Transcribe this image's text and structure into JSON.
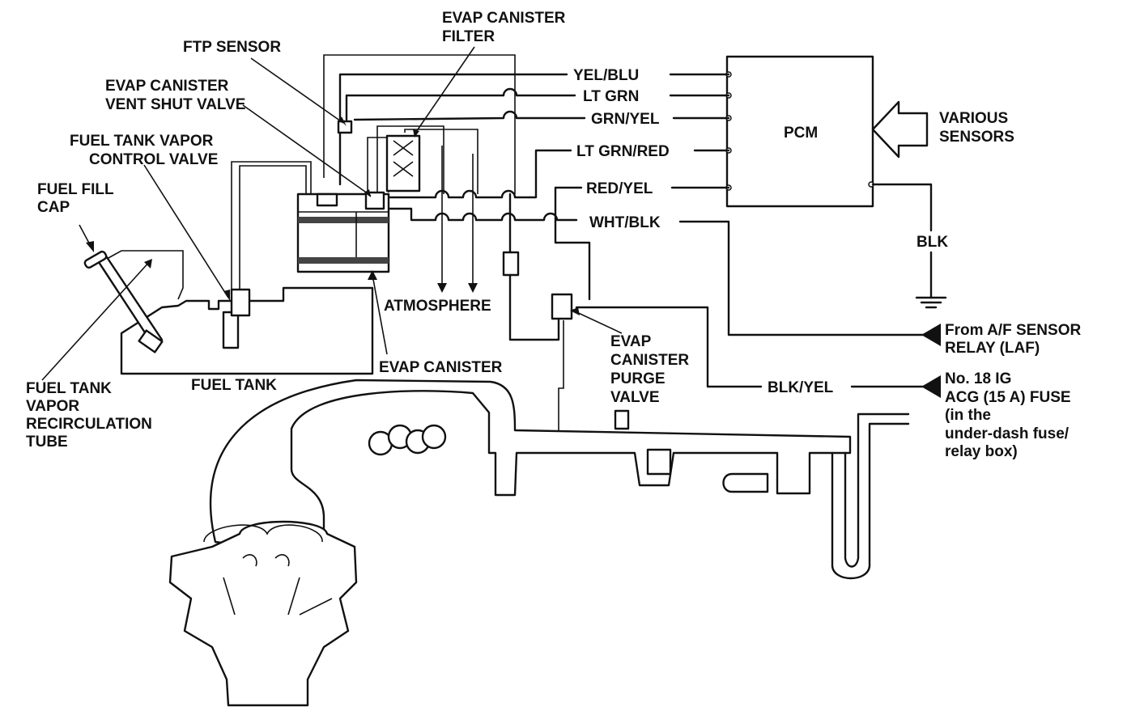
{
  "labels": {
    "ftp_sensor": "FTP SENSOR",
    "evap_canister_filter_1": "EVAP CANISTER",
    "evap_canister_filter_2": "FILTER",
    "vent_shut_valve_1": "EVAP CANISTER",
    "vent_shut_valve_2": "VENT SHUT VALVE",
    "tank_vapor_control_1": "FUEL TANK VAPOR",
    "tank_vapor_control_2": "CONTROL VALVE",
    "fuel_fill_cap_1": "FUEL FILL",
    "fuel_fill_cap_2": "CAP",
    "pcm": "PCM",
    "various_sensors_1": "VARIOUS",
    "various_sensors_2": "SENSORS",
    "atmosphere": "ATMOSPHERE",
    "evap_canister": "EVAP CANISTER",
    "fuel_tank": "FUEL TANK",
    "recirc_tube_1": "FUEL TANK",
    "recirc_tube_2": "VAPOR",
    "recirc_tube_3": "RECIRCULATION",
    "recirc_tube_4": "TUBE",
    "purge_valve_1": "EVAP",
    "purge_valve_2": "CANISTER",
    "purge_valve_3": "PURGE",
    "purge_valve_4": "VALVE",
    "af_relay_1": "From A/F SENSOR",
    "af_relay_2": "RELAY (LAF)",
    "fuse_1": "No. 18 IG",
    "fuse_2": "ACG (15 A) FUSE",
    "fuse_3": "(in the",
    "fuse_4": "under-dash fuse/",
    "fuse_5": "relay box)",
    "blk": "BLK"
  },
  "wires": {
    "w1": "YEL/BLU",
    "w2": "LT GRN",
    "w3": "GRN/YEL",
    "w4": "LT GRN/RED",
    "w5": "RED/YEL",
    "w6": "WHT/BLK",
    "w7": "BLK/YEL"
  }
}
